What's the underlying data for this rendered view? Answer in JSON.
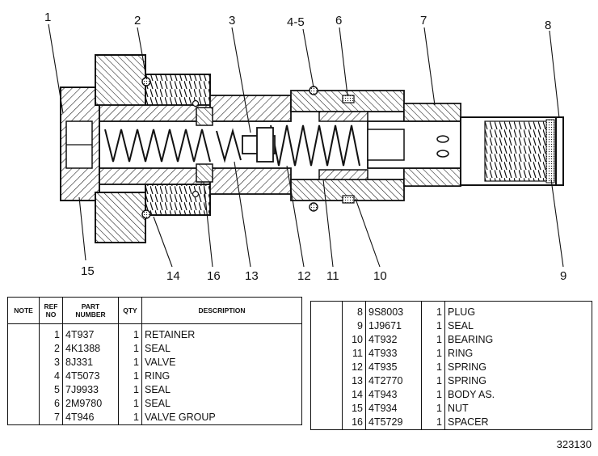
{
  "callouts": [
    "1",
    "2",
    "3",
    "4-5",
    "6",
    "7",
    "8",
    "15",
    "14",
    "16",
    "13",
    "12",
    "11",
    "10",
    "9"
  ],
  "headers": {
    "note": "NOTE",
    "ref": "REF NO",
    "part": "PART NUMBER",
    "qty": "QTY",
    "desc": "DESCRIPTION"
  },
  "parts_left": [
    {
      "ref": "1",
      "part": "4T937",
      "qty": "1",
      "desc": "RETAINER"
    },
    {
      "ref": "2",
      "part": "4K1388",
      "qty": "1",
      "desc": "SEAL"
    },
    {
      "ref": "3",
      "part": "8J331",
      "qty": "1",
      "desc": "VALVE"
    },
    {
      "ref": "4",
      "part": "4T5073",
      "qty": "1",
      "desc": "RING"
    },
    {
      "ref": "5",
      "part": "7J9933",
      "qty": "1",
      "desc": "SEAL"
    },
    {
      "ref": "6",
      "part": "2M9780",
      "qty": "1",
      "desc": "SEAL"
    },
    {
      "ref": "7",
      "part": "4T946",
      "qty": "1",
      "desc": "VALVE GROUP"
    }
  ],
  "parts_right": [
    {
      "ref": "8",
      "part": "9S8003",
      "qty": "1",
      "desc": "PLUG"
    },
    {
      "ref": "9",
      "part": "1J9671",
      "qty": "1",
      "desc": "SEAL"
    },
    {
      "ref": "10",
      "part": "4T932",
      "qty": "1",
      "desc": "BEARING"
    },
    {
      "ref": "11",
      "part": "4T933",
      "qty": "1",
      "desc": "RING"
    },
    {
      "ref": "12",
      "part": "4T935",
      "qty": "1",
      "desc": "SPRING"
    },
    {
      "ref": "13",
      "part": "4T2770",
      "qty": "1",
      "desc": "SPRING"
    },
    {
      "ref": "14",
      "part": "4T943",
      "qty": "1",
      "desc": "BODY AS."
    },
    {
      "ref": "15",
      "part": "4T934",
      "qty": "1",
      "desc": "NUT"
    },
    {
      "ref": "16",
      "part": "4T5729",
      "qty": "1",
      "desc": "SPACER"
    }
  ],
  "drawing_number": "323130"
}
